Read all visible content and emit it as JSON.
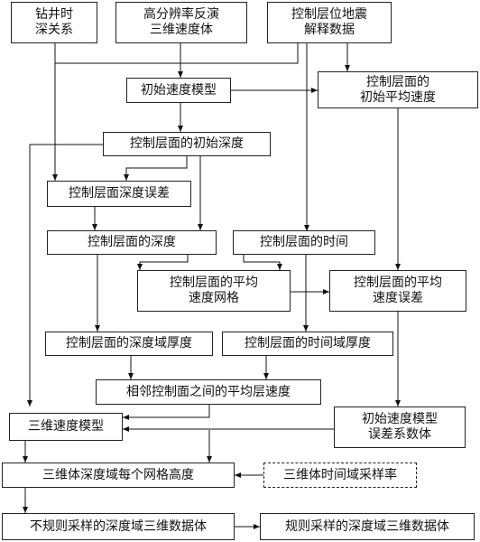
{
  "nodes": {
    "well_depth": [
      "钻井时",
      "深关系"
    ],
    "hires_inversion": [
      "高分辨率反演",
      "三维速度体"
    ],
    "seismic_interp": [
      "控制层位地震",
      "解释数据"
    ],
    "initial_velocity_model": [
      "初始速度模型"
    ],
    "initial_avg_velocity": [
      "控制层面的",
      "初始平均速度"
    ],
    "initial_depth": [
      "控制层面的初始深度"
    ],
    "depth_error": [
      "控制层面深度误差"
    ],
    "horizon_depth": [
      "控制层面的深度"
    ],
    "horizon_time": [
      "控制层面的时间"
    ],
    "avg_velocity_grid": [
      "控制层面的平均",
      "速度网格"
    ],
    "avg_velocity_error": [
      "控制层面的平均",
      "速度误差"
    ],
    "depth_thickness": [
      "控制层面的深度域厚度"
    ],
    "time_thickness": [
      "控制层面的时间域厚度"
    ],
    "interval_velocity": [
      "相邻控制面之间的平均层速度"
    ],
    "velocity_model_3d": [
      "三维速度模型"
    ],
    "error_coefficient": [
      "初始速度模型",
      "误差系数体"
    ],
    "grid_height": [
      "三维体深度域每个网格高度"
    ],
    "time_sample_rate": [
      "三维体时间域采样率"
    ],
    "irregular_volume": [
      "不规则采样的深度域三维数据体"
    ],
    "regular_volume": [
      "规则采样的深度域三维数据体"
    ]
  }
}
